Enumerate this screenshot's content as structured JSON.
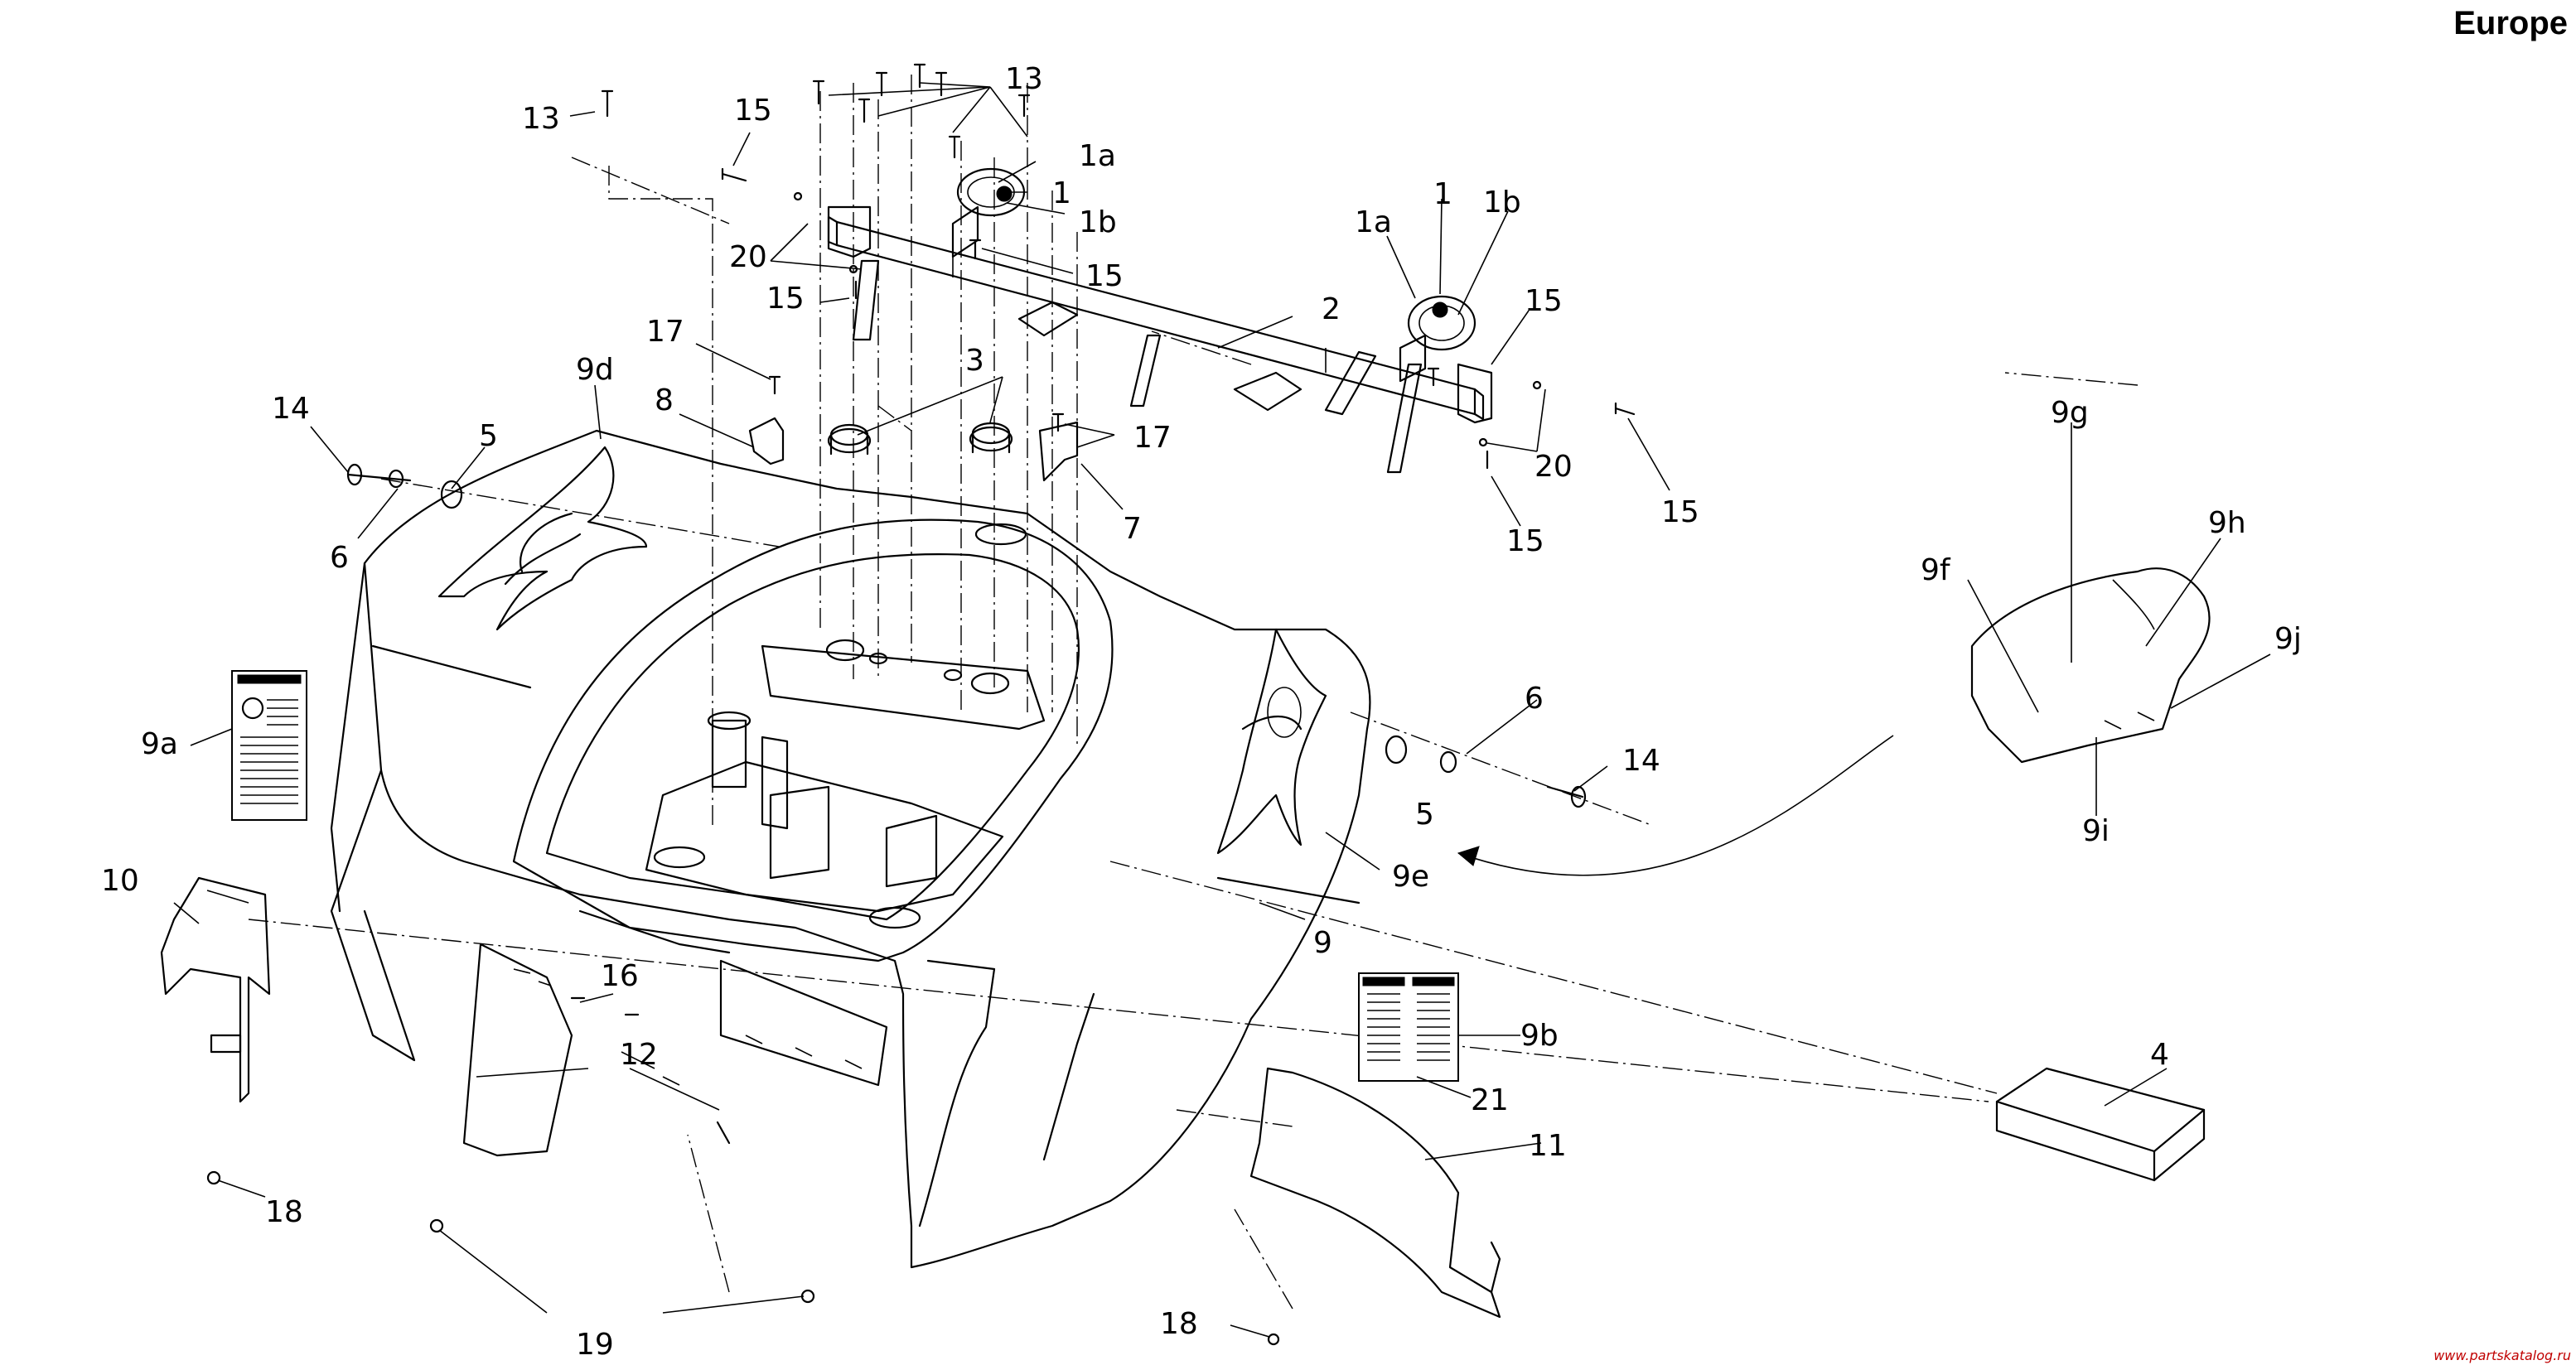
{
  "diagram": {
    "region": "Europe",
    "drawing_id": "62T0817a",
    "watermark": "www.partskatalog.ru",
    "callouts": {
      "c13a": "13",
      "c13b": "13",
      "c15a": "15",
      "c15b": "15",
      "c15c": "15",
      "c15d": "15",
      "c15e": "15",
      "c15f": "15",
      "c1a_left": "1a",
      "c1_left": "1",
      "c1b_left": "1b",
      "c1a_right": "1a",
      "c1_right": "1",
      "c1b_right": "1b",
      "c20a": "20",
      "c20b": "20",
      "c2": "2",
      "c3": "3",
      "c17a": "17",
      "c17b": "17",
      "c8": "8",
      "c7": "7",
      "c9d": "9d",
      "c14a": "14",
      "c14b": "14",
      "c5a": "5",
      "c5b": "5",
      "c6a": "6",
      "c6b": "6",
      "c9a": "9a",
      "c9b": "9b",
      "c9e": "9e",
      "c9": "9",
      "c9f": "9f",
      "c9g": "9g",
      "c9h": "9h",
      "c9i": "9i",
      "c9j": "9j",
      "c10": "10",
      "c16": "16",
      "c12": "12",
      "c18a": "18",
      "c18b": "18",
      "c19": "19",
      "c21": "21",
      "c11": "11",
      "c4": "4"
    }
  }
}
